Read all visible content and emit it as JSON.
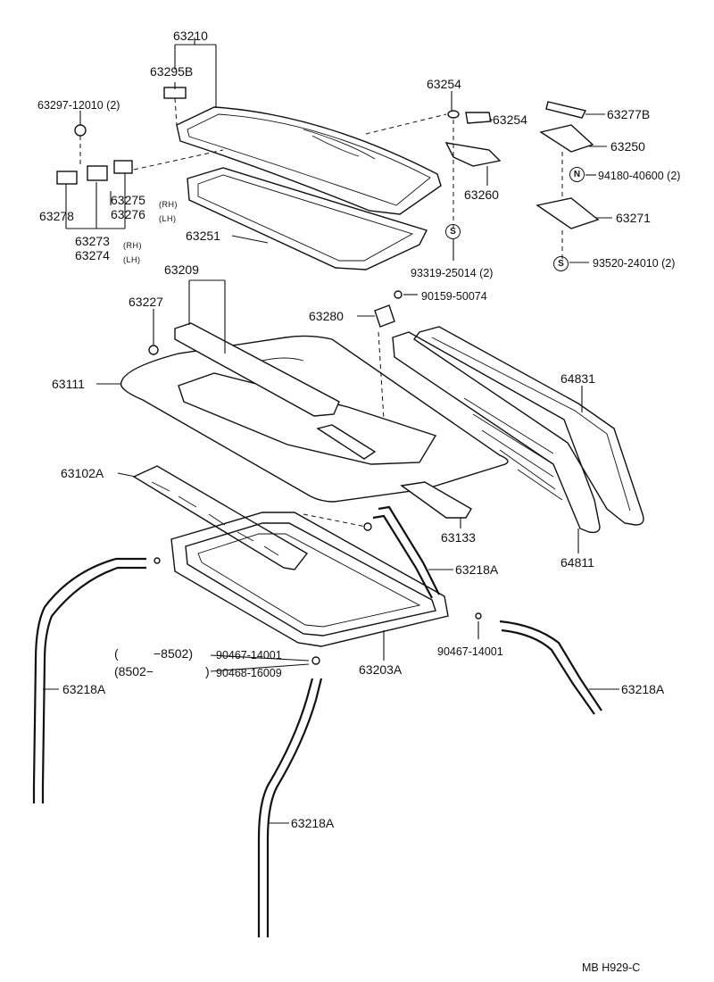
{
  "labels": {
    "p63210": "63210",
    "p63295B": "63295B",
    "p63297": "63297-12010 (2)",
    "p63278": "63278",
    "p63275": "63275",
    "p63275_side": "(RH)",
    "p63276": "63276",
    "p63276_side": "(LH)",
    "p63273": "63273",
    "p63273_side": "(RH)",
    "p63274": "63274",
    "p63274_side": "(LH)",
    "p63251": "63251",
    "p63254_top": "63254",
    "p63254_right": "63254",
    "p63260": "63260",
    "p93319": "93319-25014 (2)",
    "p63277B": "63277B",
    "p63250": "63250",
    "p94180": "94180-40600 (2)",
    "p63271": "63271",
    "p93520": "93520-24010 (2)",
    "p63209": "63209",
    "p63227": "63227",
    "p90159": "90159-50074",
    "p63280": "63280",
    "p63111": "63111",
    "p64831": "64831",
    "p64811": "64811",
    "p63102A": "63102A",
    "p63133": "63133",
    "p63218A_center": "63218A",
    "p63218A_left": "63218A",
    "p63218A_right": "63218A",
    "p63218A_bottom": "63218A",
    "p63203A": "63203A",
    "p90467_right": "90467-14001",
    "range1_open": "(",
    "range1_val": "−8502)",
    "range1_part": "90467-14001",
    "range2_open": "(8502−",
    "range2_close": ")",
    "range2_part": "90468-16009",
    "sym_N": "N",
    "sym_S1": "S",
    "sym_S2": "S",
    "footer_code": "MB  H929-C"
  }
}
